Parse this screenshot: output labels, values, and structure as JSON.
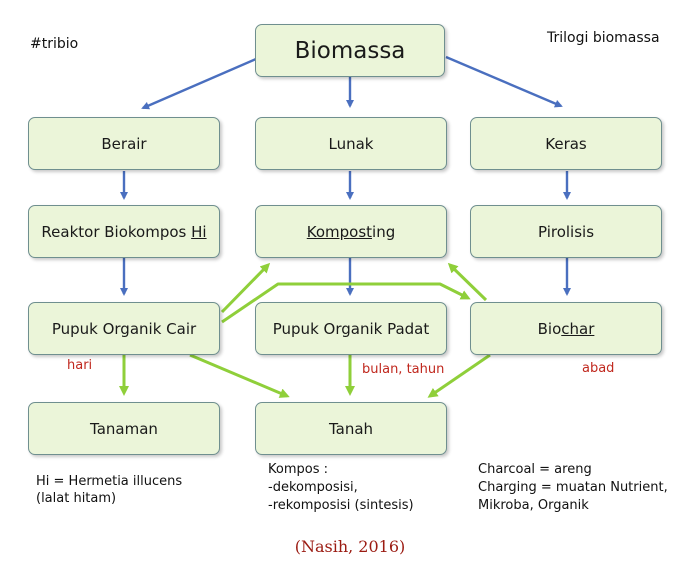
{
  "corner_left": "#tribio",
  "corner_right": "Trilogi biomassa",
  "nodes": {
    "biomassa": "Biomassa",
    "berair": "Berair",
    "lunak": "Lunak",
    "keras": "Keras",
    "reaktor_pre": "Reaktor Biokompos ",
    "reaktor_hi": "Hi",
    "komposting_pre": "Komp",
    "komposting_mid": "ost",
    "komposting_post": "ing",
    "pirolisis": "Pirolisis",
    "poc": "Pupuk Organik Cair",
    "pop": "Pupuk Organik Padat",
    "biochar_pre": "Bio",
    "biochar_post": "char",
    "tanaman": "Tanaman",
    "tanah": "Tanah"
  },
  "time_labels": {
    "hari": "hari",
    "bulan": "bulan, tahun",
    "abad": "abad"
  },
  "notes": {
    "hi_line1": "Hi = Hermetia illucens",
    "hi_line2": "(lalat hitam)",
    "kompos_line1": "Kompos :",
    "kompos_line2": "-dekomposisi,",
    "kompos_line3": "-rekomposisi (sintesis)",
    "charcoal_line1": "Charcoal = areng",
    "charcoal_line2": "Charging = muatan Nutrient,",
    "charcoal_line3": "Mikroba, Organik"
  },
  "citation": "(Nasih, 2016)",
  "colors": {
    "box_fill": "#ebf5d9",
    "box_border": "#6f8f8f",
    "blue_arrow": "#4a6fbf",
    "green_arrow": "#8fcf3a",
    "red_text": "#c0281e"
  }
}
